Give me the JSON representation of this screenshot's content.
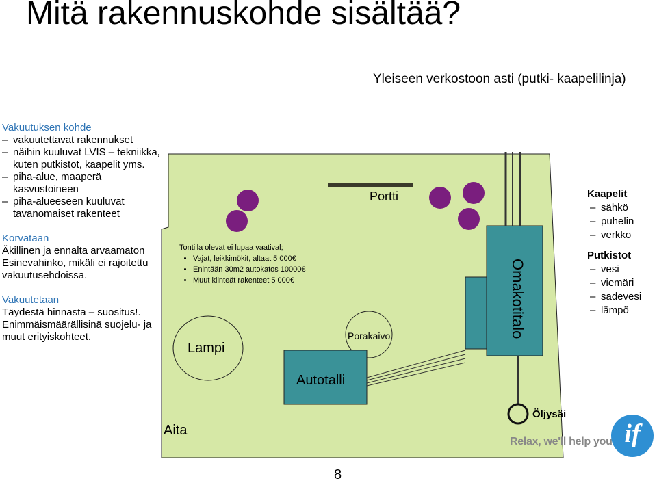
{
  "title": "Mitä rakennuskohde sisältää?",
  "subtitle": "Yleiseen verkostoon asti (putki- kaapelilinja)",
  "left": {
    "s1_head": "Vakuutuksen kohde",
    "s1_item1": "vakuutettavat rakennukset",
    "s1_item2": "näihin kuuluvat LVIS – tekniikka, kuten putkistot, kaapelit yms.",
    "s1_item3": "piha-alue, maaperä kasvustoineen",
    "s1_item4": "piha-alueeseen kuuluvat tavanomaiset rakenteet",
    "s2_head": "Korvataan",
    "s2_body": "Äkillinen ja ennalta arvaamaton Esinevahinko, mikäli ei rajoitettu vakuutusehdoissa.",
    "s3_head": "Vakuutetaan",
    "s3_line1": "Täydestä hinnasta – suositus!.",
    "s3_line2": "Enimmäismäärällisinä suojelu- ja muut erityiskohteet."
  },
  "note": {
    "intro": "Tontilla olevat ei lupaa vaatival;",
    "items": [
      "Vajat, leikkimökit, altaat 5 000€",
      "Enintään 30m2 autokatos 10000€",
      "Muut kiinteät rakenteet 5 000€"
    ]
  },
  "diagram": {
    "lampi": "Lampi",
    "portti": "Portti",
    "porakaivo": "Porakaivo",
    "autotalli": "Autotalli",
    "omakotitalo": "Omakotitalo",
    "oljysailio": "Öljysäiliö",
    "aita": "Aita"
  },
  "right": {
    "kaapelit_head": "Kaapelit",
    "kaapelit": [
      "sähkö",
      "puhelin",
      "verkko"
    ],
    "putkistot_head": "Putkistot",
    "putkistot": [
      "vesi",
      "viemäri",
      "sadevesi",
      "lämpö"
    ]
  },
  "slogan": "Relax, we'll help you.",
  "logo_text": "if",
  "page_number": "8",
  "colors": {
    "yard": "#d6e8a6",
    "building": "#3a9298",
    "tree": "#7a1e7e",
    "heading_blue": "#2e74b5",
    "logo_blue": "#2e8fd3"
  }
}
